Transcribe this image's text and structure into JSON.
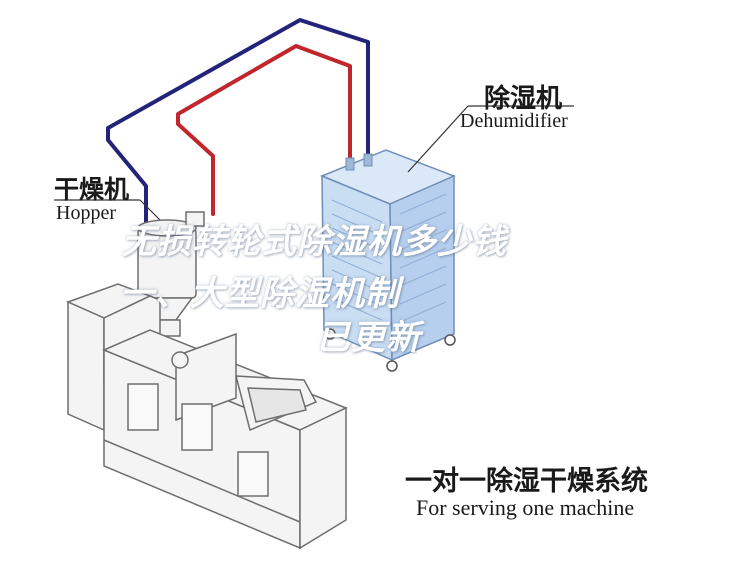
{
  "labels": {
    "dehumidifier_cn": "除湿机",
    "dehumidifier_en": "Dehumidifier",
    "hopper_cn": "干燥机",
    "hopper_en": "Hopper",
    "system_cn": "一对一除湿干燥系统",
    "system_en": "For serving one machine"
  },
  "overlay": {
    "line1": "无损转轮式除湿机多少钱",
    "line2": "一、大型除湿机制",
    "line3": "已更新"
  },
  "colors": {
    "dry_air_pipe": "#c0262b",
    "return_air_pipe": "#23237a",
    "dehumidifier_body": "#c9ddf3",
    "dehumidifier_edge": "#6f8fb8",
    "machine_fill": "#f4f4f4",
    "machine_line": "#6e6e6e"
  }
}
